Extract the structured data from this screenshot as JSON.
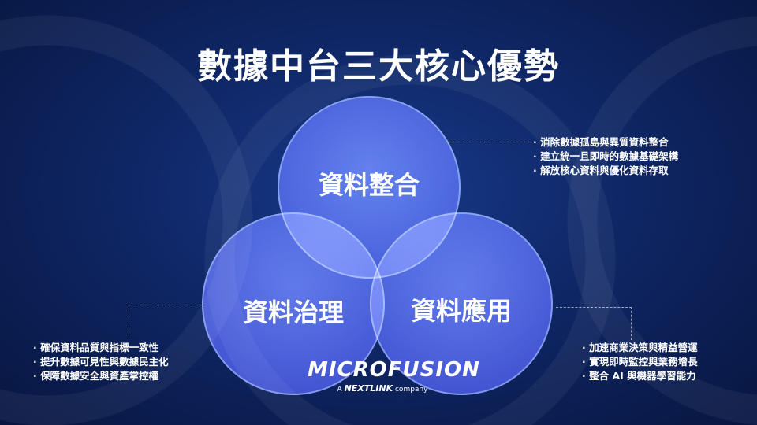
{
  "title": "數據中台三大核心優勢",
  "circles": {
    "top": "資料整合",
    "left": "資料治理",
    "right": "資料應用"
  },
  "lists": {
    "integration": [
      "消除數據孤島與異質資料整合",
      "建立統一且即時的數據基礎架構",
      "解放核心資料與優化資料存取"
    ],
    "governance": [
      "確保資料品質與指標一致性",
      "提升數據可見性與數據民主化",
      "保障數據安全與資產掌控權"
    ],
    "application": [
      "加速商業決策與精益營運",
      "實現即時監控與業務增長",
      "整合 AI 與機器學習能力"
    ]
  },
  "logo": {
    "name": "MICROFUSION",
    "prefix": "A",
    "partner": "NEXTLINK",
    "suffix": "company"
  }
}
